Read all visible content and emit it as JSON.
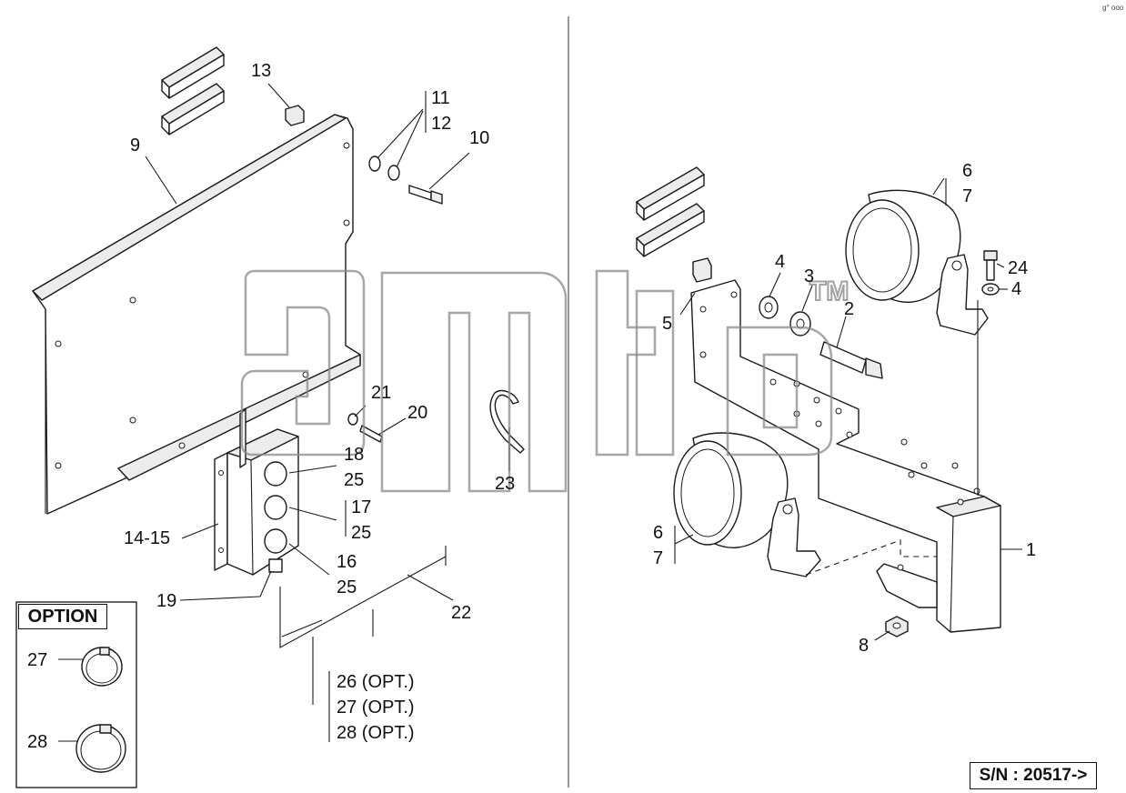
{
  "corner_mark": "g° ooo",
  "option_title": "OPTION",
  "serial_range": "S/N : 20517->",
  "watermark_tm": "TM",
  "labels": {
    "l13": "13",
    "l11": "11",
    "l12": "12",
    "l10": "10",
    "l9": "9",
    "l21": "21",
    "l20": "20",
    "l18": "18",
    "l25a": "25",
    "l17": "17",
    "l25b": "25",
    "l16": "16",
    "l25c": "25",
    "l14_15": "14-15",
    "l19": "19",
    "l22": "22",
    "l23": "23",
    "l26": "26 (OPT.)",
    "l27opt": "27 (OPT.)",
    "l28opt": "28 (OPT.)",
    "l27": "27",
    "l28": "28",
    "l6a": "6",
    "l7a": "7",
    "l24": "24",
    "l4a": "4",
    "l4b": "4",
    "l3": "3",
    "l2": "2",
    "l5": "5",
    "l6b": "6",
    "l7b": "7",
    "l1": "1",
    "l8": "8"
  }
}
